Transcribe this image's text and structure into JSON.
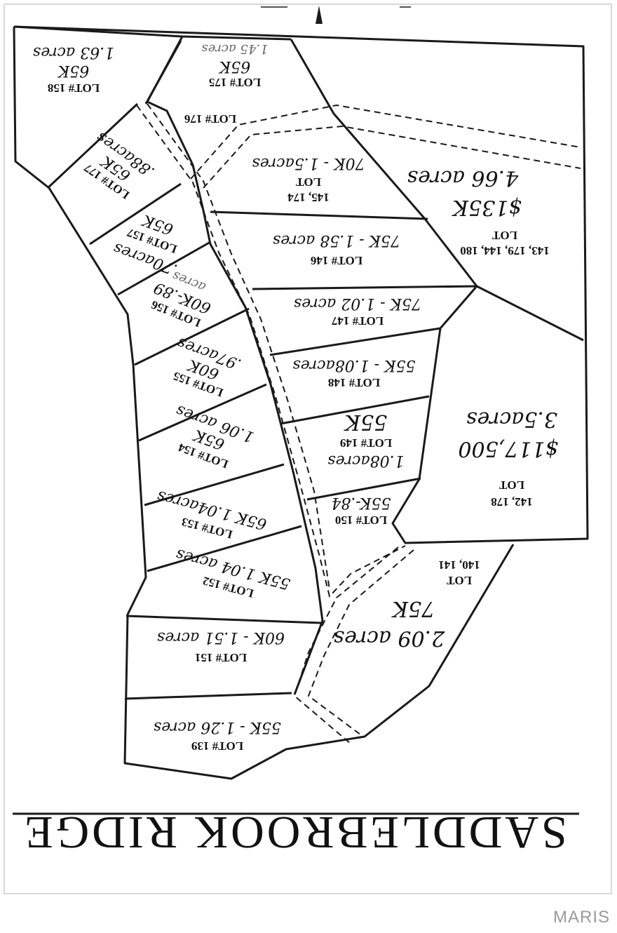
{
  "title": "SADDLEBROOK RIDGE",
  "watermark": "MARIS",
  "lots": [
    {
      "number": "LOT# 158",
      "note": "65K",
      "acres": "1.63 acres"
    },
    {
      "number": "LOT# 175",
      "note": "65K",
      "acres": "1.45 acres"
    },
    {
      "number": "LOT# 176"
    },
    {
      "number": "LOT# 177",
      "note": "65K",
      "acres": ".88acres"
    },
    {
      "number": "LOT# 157",
      "note": "65K",
      "acres": ".70acres"
    },
    {
      "number": "LOT# 156",
      "note": "60K-.89",
      "acres": "acres"
    },
    {
      "number": "LOT# 155",
      "note": "60K",
      "acres": ".97acres"
    },
    {
      "number": "LOT# 154",
      "note": "65K",
      "acres": "1.06 acres"
    },
    {
      "number": "LOT# 153",
      "note": "65K 1.04acres"
    },
    {
      "number": "LOT# 152",
      "note": "55K 1.04 acres"
    },
    {
      "number": "LOT# 151",
      "note": "60K - 1.51 acres"
    },
    {
      "number": "LOT# 139",
      "note": "55K - 1.26 acres"
    },
    {
      "number": "LOT",
      "sub": "145, 174",
      "note": "70K - 1.5acres"
    },
    {
      "number": "LOT# 146",
      "note": "75K - 1.58 acres"
    },
    {
      "number": "LOT# 147",
      "note": "75K - 1.02 acres"
    },
    {
      "number": "LOT# 148",
      "note": "55K - 1.08acres"
    },
    {
      "number": "LOT# 149",
      "note": "55K",
      "acres": "1.08acres"
    },
    {
      "number": "LOT# 150",
      "note": "55K-.84"
    },
    {
      "number": "LOT",
      "sub": "143, 179, 144, 180",
      "note": "$135K",
      "acres": "4.66 acres"
    },
    {
      "number": "LOT",
      "sub": "142, 178",
      "note": "$117,500",
      "acres": "3.5acres"
    },
    {
      "number": "LOT",
      "sub": "140, 141",
      "note": "75K",
      "acres": "2.09 acres"
    }
  ]
}
